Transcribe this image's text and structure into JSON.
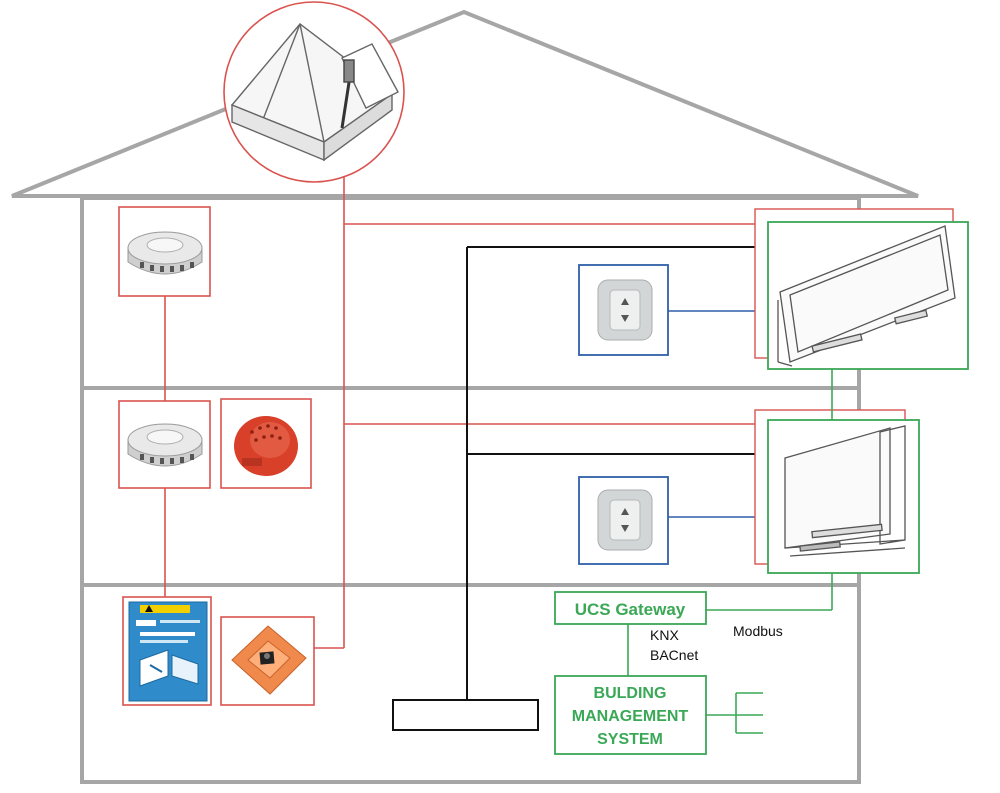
{
  "gateway": {
    "label": "UCS Gateway"
  },
  "protocols": {
    "knx": "KNX",
    "bacnet": "BACnet",
    "modbus": "Modbus"
  },
  "bms": {
    "line1": "BULDING",
    "line2": "MANAGEMENT",
    "line3": "SYSTEM"
  },
  "colors": {
    "house": "#a6a6a6",
    "fire": "#d9534f",
    "gateway": "#3aa856",
    "switch": "#2f5fa8",
    "control": "#111111"
  },
  "icons": [
    "roof-skylight-icon",
    "smoke-detector-icon",
    "alarm-sounder-icon",
    "control-panel-icon",
    "call-point-icon",
    "window-switch-icon",
    "window-actuator-icon"
  ]
}
